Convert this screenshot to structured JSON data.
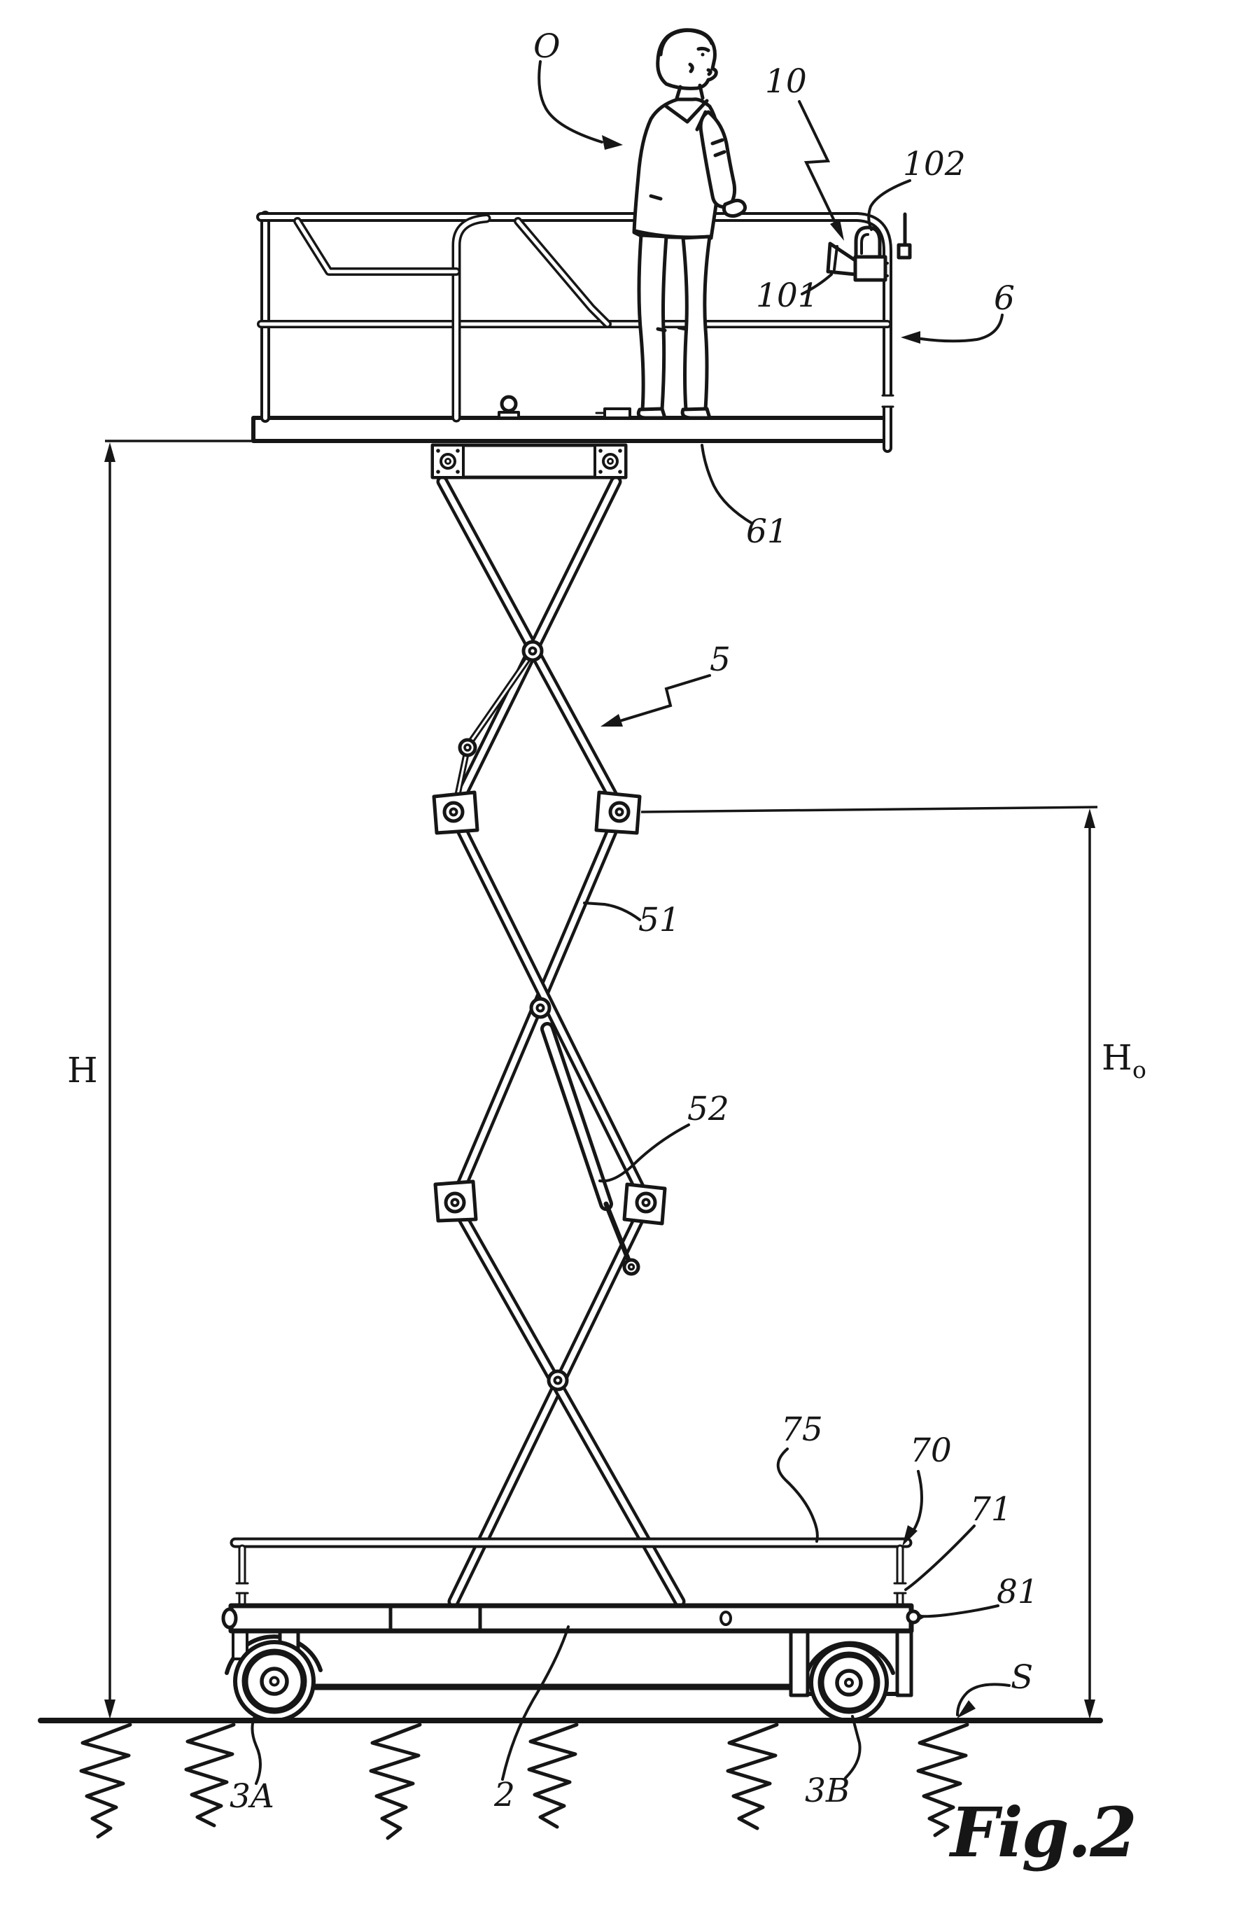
{
  "figure": {
    "caption": "Fig.2",
    "ink_color": "#161616",
    "paper_color": "#ffffff",
    "labels": {
      "operator": "O",
      "remote_device": "10",
      "beacon": "102",
      "sounder": "101",
      "platform": "6",
      "deck": "61",
      "scissor_assembly": "5",
      "scissor_arm": "51",
      "actuator": "52",
      "tray": "75",
      "chassis_frame": "70",
      "side_wall": "71",
      "stop": "81",
      "front_wheel": "3A",
      "chassis": "2",
      "rear_wheel": "3B",
      "ground": "S",
      "dim_total_height": "H",
      "dim_platform_height_base": "H",
      "dim_platform_height_sub": "o"
    }
  }
}
